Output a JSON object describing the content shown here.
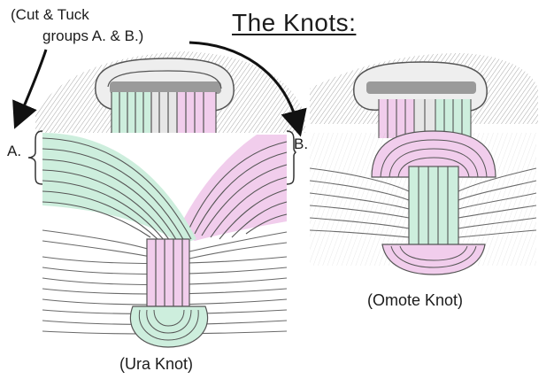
{
  "title": "The Knots:",
  "instruction": {
    "line1": "(Cut & Tuck",
    "line2": "groups A. & B.)"
  },
  "group_labels": {
    "a": "A.",
    "b": "B."
  },
  "captions": {
    "ura": "(Ura Knot)",
    "omote": "(Omote Knot)"
  },
  "colors": {
    "mint_strands": "#cdeedd",
    "pink_strands": "#f1cdec",
    "strand_lines": "#555555",
    "shading": "#8a8a8a",
    "background": "#ffffff"
  }
}
